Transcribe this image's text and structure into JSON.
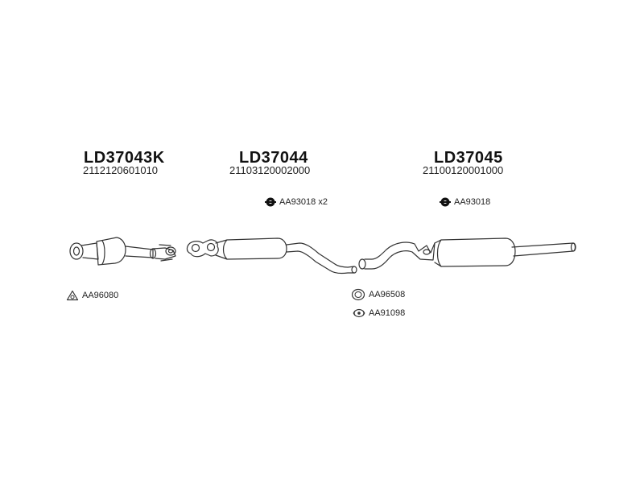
{
  "sections": [
    {
      "code": "LD37043K",
      "part_number": "2112120601010"
    },
    {
      "code": "LD37044",
      "part_number": "21103120002000"
    },
    {
      "code": "LD37045",
      "part_number": "21100120001000"
    }
  ],
  "accessories": {
    "clamp_front": {
      "label": "AA93018 x2",
      "icon": "rubber-mount-icon"
    },
    "clamp_rear": {
      "label": "AA93018",
      "icon": "rubber-mount-icon"
    },
    "gasket_cat": {
      "label": "AA96080",
      "icon": "triangle-gasket-icon"
    },
    "ring": {
      "label": "AA96508",
      "icon": "sealing-ring-icon"
    },
    "flange": {
      "label": "AA91098",
      "icon": "flange-clamp-icon"
    }
  }
}
